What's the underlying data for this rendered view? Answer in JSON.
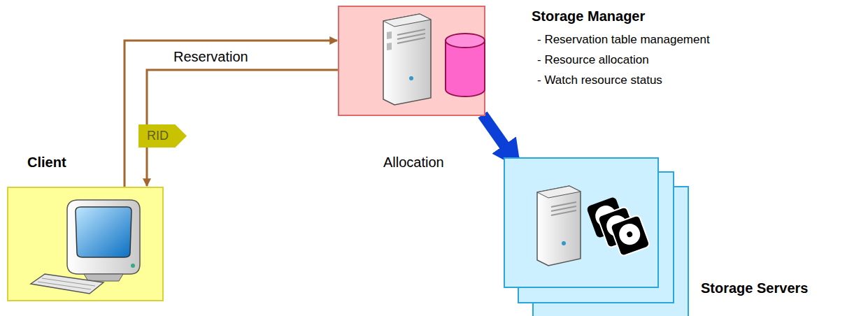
{
  "diagram": {
    "nodes": [
      {
        "text": [
          "Client"
        ]
      },
      {
        "text": [
          "Storage Manager",
          "- Reservation table management",
          "- Resource allocation",
          "- Watch resource status"
        ]
      },
      {
        "text": [
          "Storage Servers"
        ]
      }
    ],
    "edges": [
      {
        "from": 0,
        "to": 1,
        "arrow": "to",
        "label": "Reservation"
      },
      {
        "from": 1,
        "to": 0,
        "arrow": "to",
        "label": "RID"
      },
      {
        "from": 1,
        "to": 2,
        "arrow": "to",
        "label": "Allocation"
      }
    ]
  }
}
